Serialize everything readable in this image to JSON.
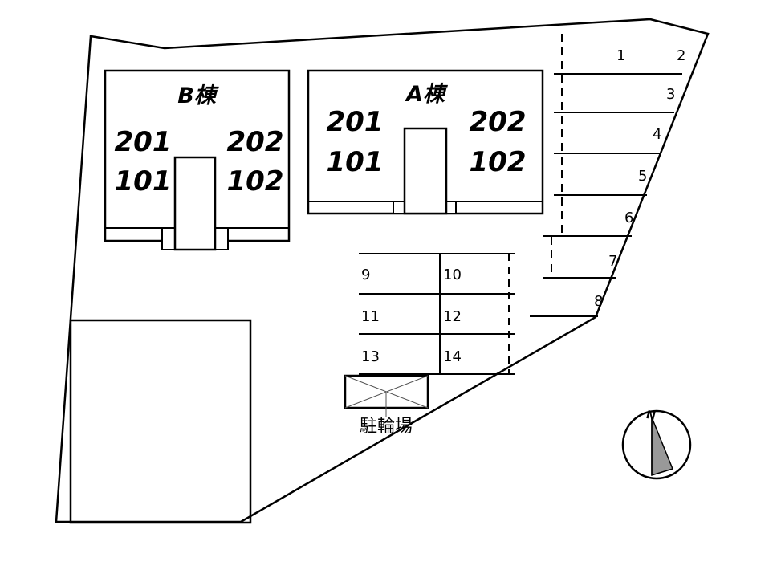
{
  "map": {
    "building_b": {
      "name": "B棟",
      "units_left": [
        "201",
        "101"
      ],
      "units_right": [
        "202",
        "102"
      ]
    },
    "building_a": {
      "name": "A棟",
      "units_left": [
        "201",
        "101"
      ],
      "units_right": [
        "202",
        "102"
      ]
    },
    "parking_right": [
      "1",
      "2",
      "3",
      "4",
      "5",
      "6",
      "7",
      "8"
    ],
    "parking_center": [
      "9",
      "10",
      "11",
      "12",
      "13",
      "14"
    ],
    "bicycle_parking_label": "駐輪場",
    "north_label": "N"
  }
}
